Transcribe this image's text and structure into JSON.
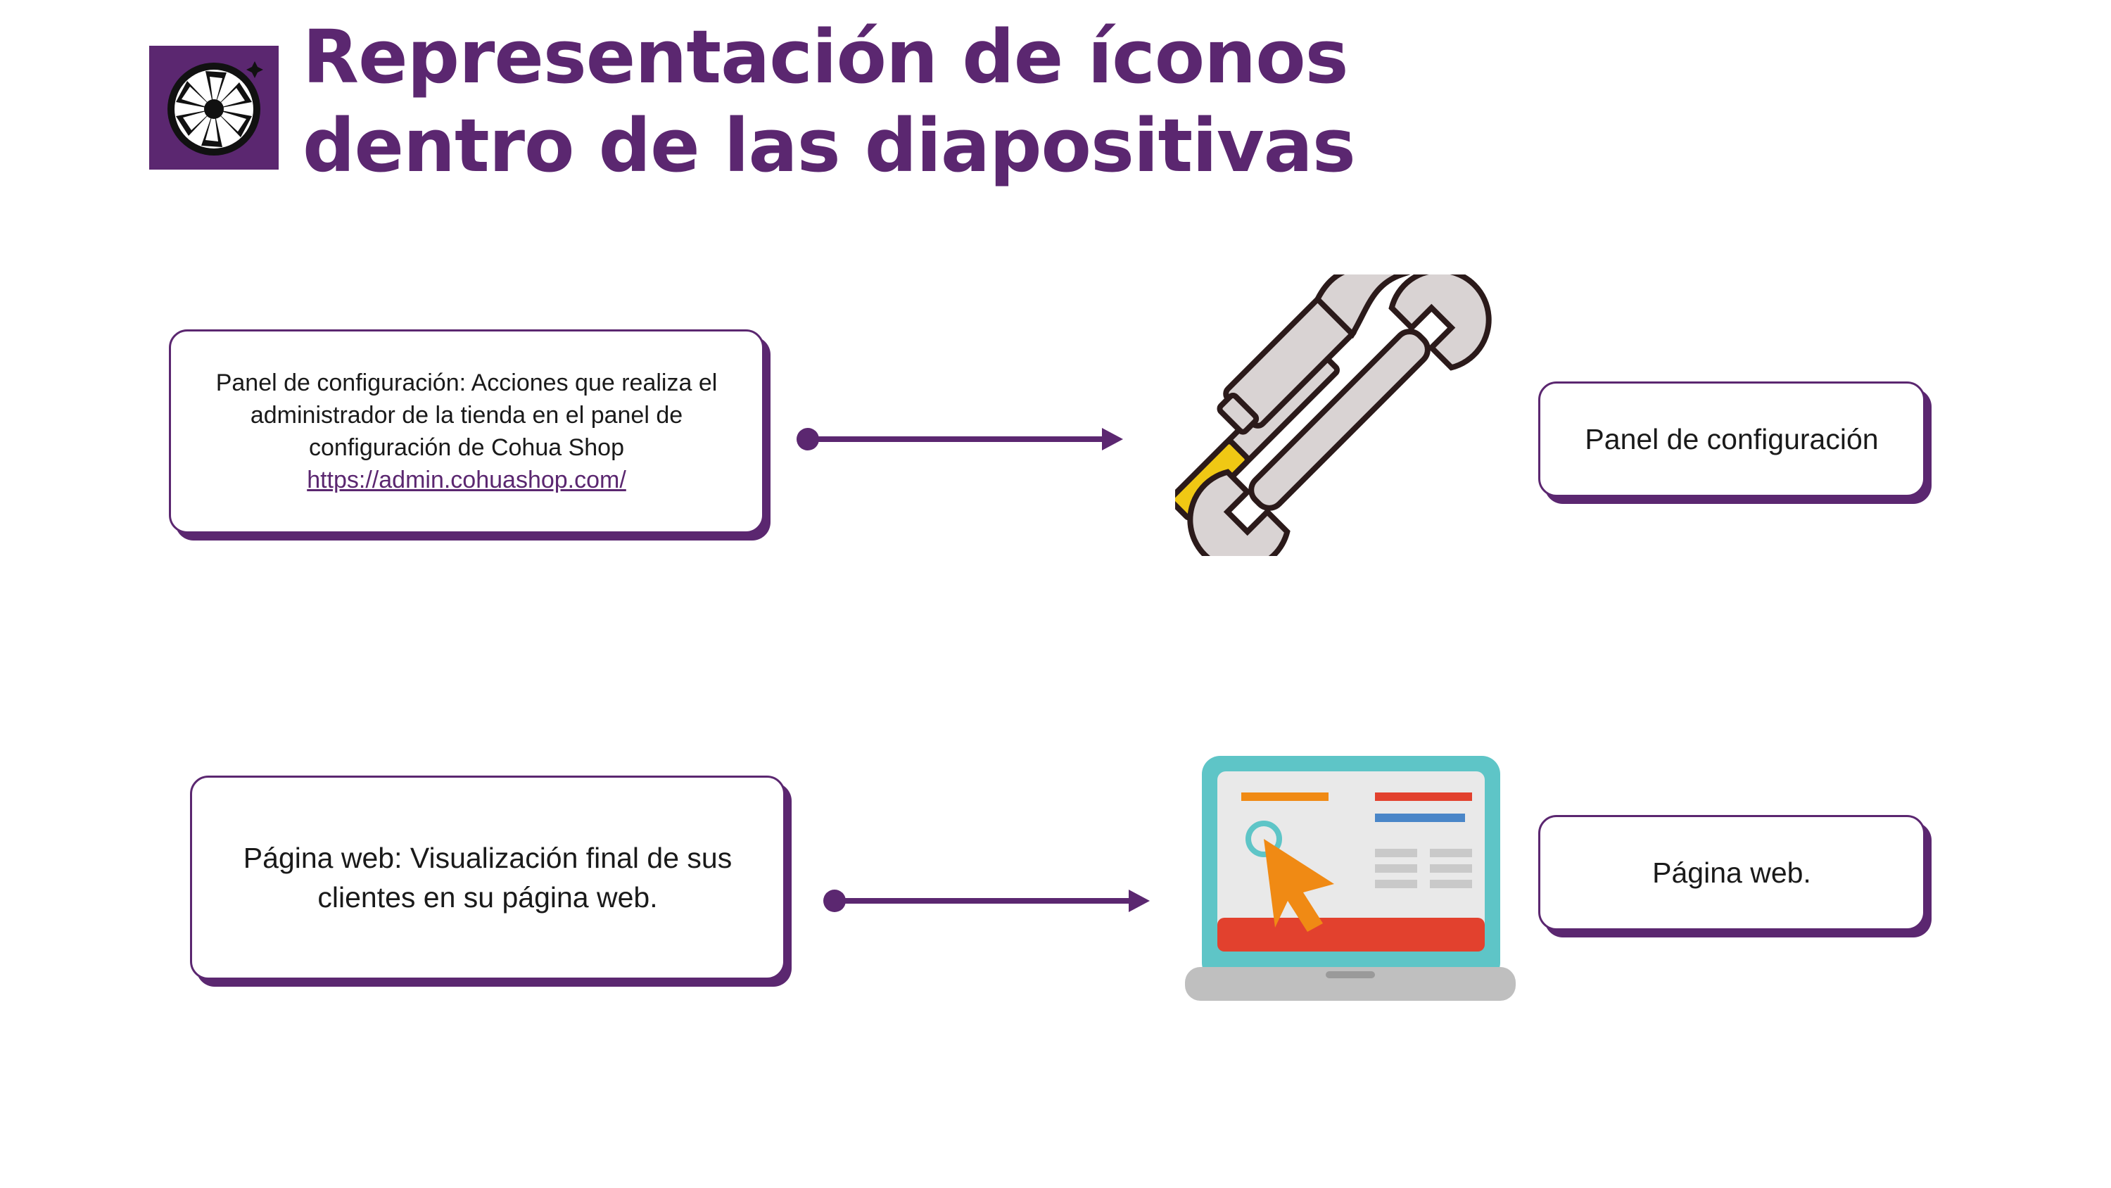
{
  "slide": {
    "title_line1": "Representación de íconos",
    "title_line2": "dentro de las diapositivas"
  },
  "colors": {
    "accent": "#5b2770",
    "hammer_handle": "#f0c814",
    "tool_metal": "#d9d3d3",
    "laptop_frame": "#5ec5c7",
    "laptop_bar": "#e2412e",
    "cursor": "#f08a14",
    "line_blue": "#4a86c8"
  },
  "icons": {
    "logo": "camera-aperture-icon",
    "tools": "hammer-wrench-icon",
    "web": "laptop-cursor-icon"
  },
  "rows": [
    {
      "description_text": "Panel de configuración: Acciones que realiza el administrador de la tienda en el panel de configuración de Cohua Shop",
      "description_link": "https://admin.cohuashop.com/",
      "label": "Panel de configuración"
    },
    {
      "description_text": "Página web: Visualización final de sus clientes en su página web.",
      "label": "Página web."
    }
  ]
}
